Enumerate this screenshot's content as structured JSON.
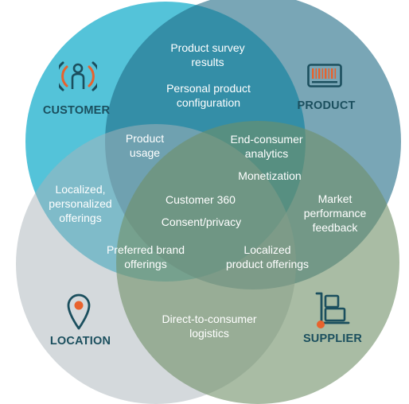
{
  "sets": {
    "customer": {
      "label": "CUSTOMER",
      "color": "#54c3d9"
    },
    "product": {
      "label": "PRODUCT",
      "color": "#5d8fa2"
    },
    "location": {
      "label": "LOCATION",
      "color": "#d4d9dc"
    },
    "supplier": {
      "label": "SUPPLIER",
      "color": "#9fb498"
    }
  },
  "accent_color": "#e8622d",
  "label_color": "#ffffff",
  "set_label_color": "#1b4f5e",
  "regions": {
    "customer_product": [
      "Product survey results",
      "Personal product configuration"
    ],
    "customer_product_location": "Product usage",
    "product_location_supplier": [
      "End-consumer analytics",
      "Monetization"
    ],
    "customer_location": "Localized, personalized offerings",
    "center": [
      "Customer 360",
      "Consent/privacy"
    ],
    "product_supplier": "Market performance feedback",
    "customer_location_supplier": "Preferred brand offerings",
    "customer_product_supplier": "Localized product offerings",
    "location_supplier": "Direct-to-consumer logistics"
  },
  "icons": {
    "customer": "person-signal-icon",
    "product": "barcode-icon",
    "location": "map-pin-icon",
    "supplier": "hand-truck-icon"
  }
}
